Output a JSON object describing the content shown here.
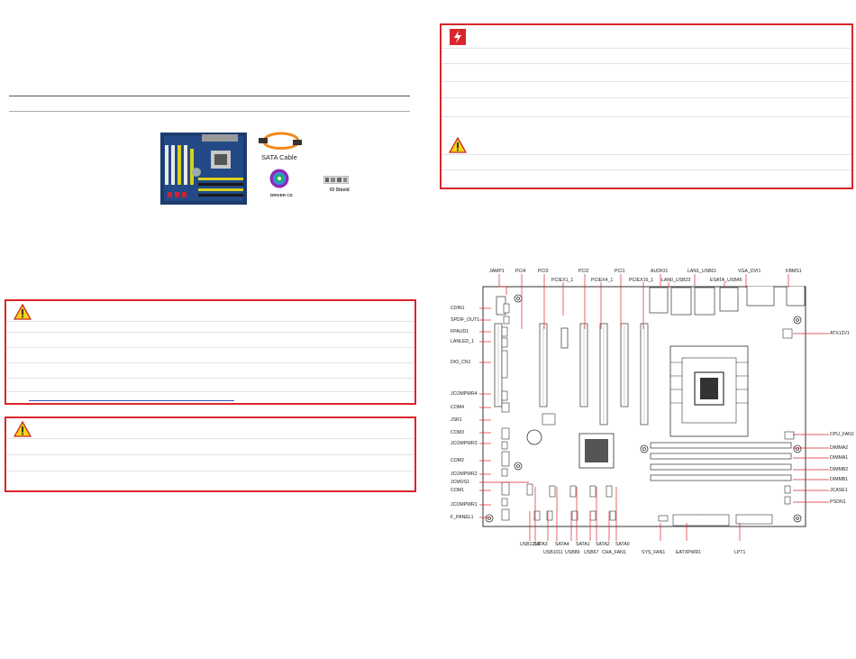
{
  "accessories": {
    "sata_cable": "SATA Cable",
    "driver_cd": "DRIVER CD",
    "io_shield": "IO Shield"
  },
  "colors": {
    "warning_red": "#d9262b",
    "leader_red": "#d9262b"
  },
  "board_labels": {
    "top": [
      "JAMP1",
      "PCI4",
      "PCI3",
      "PCIEX1_1",
      "PCI2",
      "PCIEX4_1",
      "PCI1",
      "PCIEX16_1",
      "AUDIO1",
      "LAN0_USB23",
      "LAN1_USB01",
      "ESATA_USB45",
      "VGA_DVI1",
      "KBMS1"
    ],
    "left": [
      "CDIN1",
      "SPDIF_OUT1",
      "FPAUD1",
      "LANLED_1",
      "DIO_CN1",
      "JCOMPWR4",
      "COM4",
      "JSR1",
      "COM3",
      "JCOMPWR3",
      "COM2",
      "JCOMPWR2",
      "JCMOS1",
      "COM1",
      "JCOMPWR1",
      "F_PANEL1"
    ],
    "right": [
      "ATX12V1",
      "CPU_FAN1",
      "DIMMA2",
      "DIMMA1",
      "DIMMB2",
      "DIMMB1",
      "JCASE1",
      "PSON1"
    ],
    "bottom": [
      "USB1213",
      "USB1011",
      "USB89",
      "USB67",
      "CHA_FAN1",
      "SYS_FAN1",
      "EATXPWR1",
      "LPT1"
    ],
    "bottom_sata": [
      "SATA3",
      "SATA4",
      "SATA1",
      "SATA2",
      "SATA0"
    ]
  }
}
